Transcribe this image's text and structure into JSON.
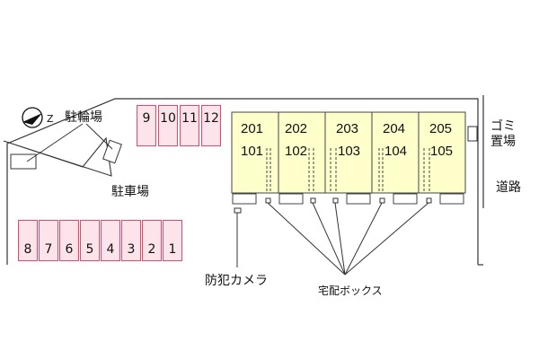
{
  "labels": {
    "bicycle_parking": "駐輪場",
    "parking_lot": "駐車場",
    "garbage_area_line1": "ゴミ",
    "garbage_area_line2": "置場",
    "road": "道路",
    "security_camera": "防犯カメラ",
    "delivery_box": "宅配ボックス"
  },
  "parking_top": [
    "9",
    "10",
    "11",
    "12"
  ],
  "parking_bottom": [
    "8",
    "7",
    "6",
    "5",
    "4",
    "3",
    "2",
    "1"
  ],
  "units_upper": [
    "201",
    "202",
    "203",
    "204",
    "205"
  ],
  "units_lower": [
    "101",
    "102",
    "103",
    "104",
    "105"
  ],
  "colors": {
    "building_fill": "#ffffcc",
    "stall_fill": "#fde4ea",
    "stall_border": "#e04a6a",
    "line": "#333333"
  },
  "icons": [
    "north-arrow-icon"
  ]
}
